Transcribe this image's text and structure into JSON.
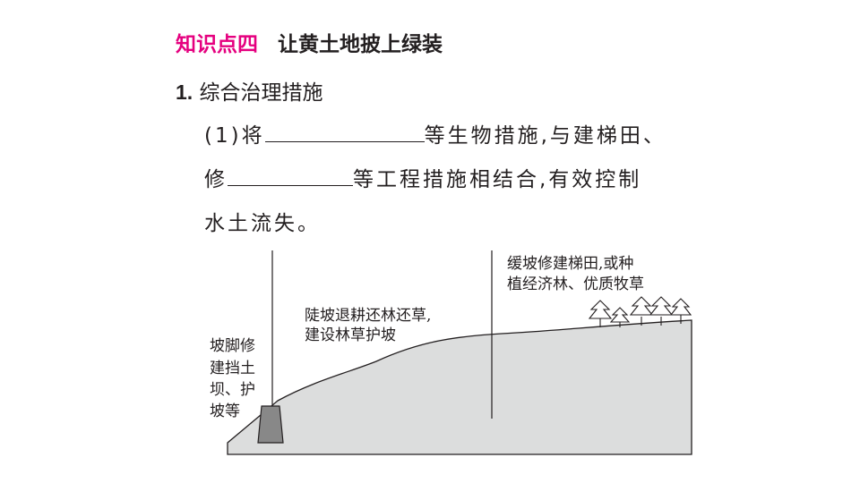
{
  "heading": {
    "tag": "知识点四",
    "title": "让黄土地披上绿装"
  },
  "item": {
    "number": "1.",
    "title": "综合治理措施"
  },
  "para1": {
    "prefix": "(1)将",
    "after_blank": "等生物措施,与建梯田、"
  },
  "para2": {
    "prefix": "修",
    "after_blank": "等工程措施相结合,有效控制"
  },
  "para3": {
    "text": "水土流失。"
  },
  "diagram": {
    "label_dam": [
      "坡脚修",
      "建挡土",
      "坝、护",
      "坡等"
    ],
    "label_steep": [
      "陡坡退耕还林还草,",
      "建设林草护坡"
    ],
    "label_gentle": [
      "缓坡修建梯田,或种",
      "植经济林、优质牧草"
    ]
  },
  "colors": {
    "accent": "#e5007f",
    "terrain": "#dcdddd",
    "dam": "#888888",
    "text": "#231f20"
  }
}
